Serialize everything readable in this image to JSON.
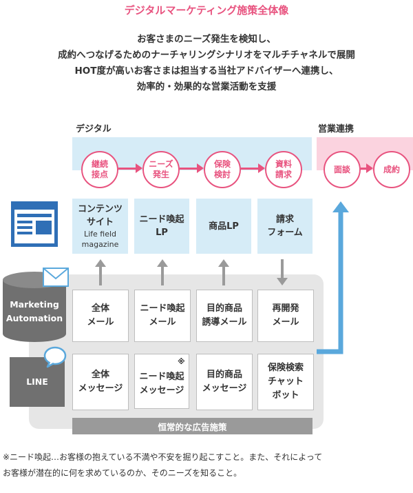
{
  "title": "デジタルマーケティング施策全体像",
  "intro": [
    "お客さまのニーズ発生を検知し、",
    "成約へつなげるためのナーチャリングシナリオをマルチチャネルで展開",
    "HOT度が高いお客さまは担当する当社アドバイザーへ連携し、",
    "効率的・効果的な営業活動を支援"
  ],
  "sections": {
    "digital": "デジタル",
    "sales": "営業連携"
  },
  "colors": {
    "accent": "#e8537f",
    "light_blue": "#d6ecf7",
    "light_pink": "#fbd3df",
    "blue_arrow": "#5aa8dc",
    "gray": "#9a9a9a"
  },
  "steps": [
    "継続\n接点",
    "ニーズ\n発生",
    "保険\n検討",
    "資料\n請求",
    "面談",
    "成約"
  ],
  "web_icon": "web-page-icon",
  "lp_boxes": [
    {
      "main": "コンテンツ\nサイト",
      "sub": "Life field\nmagazine"
    },
    {
      "main": "ニード喚起\nLP",
      "sub": ""
    },
    {
      "main": "商品LP",
      "sub": ""
    },
    {
      "main": "請求\nフォーム",
      "sub": ""
    }
  ],
  "channels": {
    "ma": {
      "label": "Marketing\nAutomation",
      "icon": "mail-icon"
    },
    "line": {
      "label": "LINE",
      "icon": "speech-bubble-icon"
    }
  },
  "mail_boxes": [
    "全体\nメール",
    "ニード喚起\nメール",
    "目的商品\n誘導メール",
    "再開発\nメール"
  ],
  "message_boxes": [
    "全体\nメッセージ",
    "ニード喚起\nメッセージ",
    "目的商品\nメッセージ",
    "保険検索\nチャット\nボット"
  ],
  "note_mark": "※",
  "ads_bar": "恒常的な広告施策",
  "footnote": [
    "※ニード喚起…お客様の抱えている不満や不安を掘り起こすこと。また、それによって",
    "お客様が潜在的に何を求めているのか、そのニーズを知ること。"
  ]
}
